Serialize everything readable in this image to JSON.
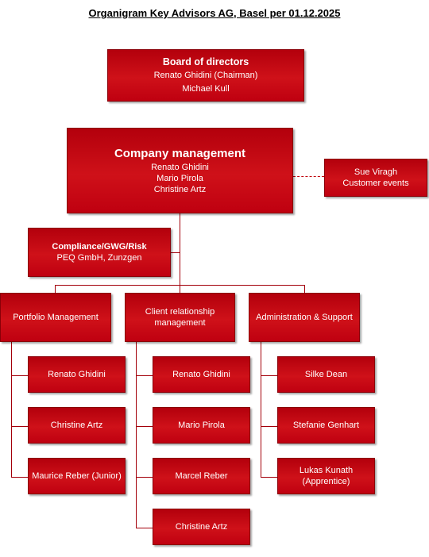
{
  "title": "Organigram Key Advisors AG, Basel per 01.12.2025",
  "board": {
    "heading": "Board of directors",
    "members": [
      "Renato Ghidini (Chairman)",
      "Michael Kull"
    ]
  },
  "management": {
    "heading": "Company management",
    "members": [
      "Renato Ghidini",
      "Mario Pirola",
      "Christine Artz"
    ]
  },
  "events": {
    "name": "Sue Viragh",
    "role": "Customer events"
  },
  "compliance": {
    "heading": "Compliance/GWG/Risk",
    "sub": "PEQ GmbH, Zunzgen"
  },
  "departments": [
    {
      "name": "Portfolio Management",
      "members": [
        "Renato Ghidini",
        "Christine Artz",
        "Maurice Reber (Junior)"
      ]
    },
    {
      "name": "Client relationship management",
      "members": [
        "Renato Ghidini",
        "Mario Pirola",
        "Marcel Reber",
        "Christine Artz"
      ]
    },
    {
      "name": "Administration & Support",
      "members": [
        "Silke Dean",
        "Stefanie Genhart",
        "Lukas Kunath (Apprentice)"
      ]
    }
  ]
}
